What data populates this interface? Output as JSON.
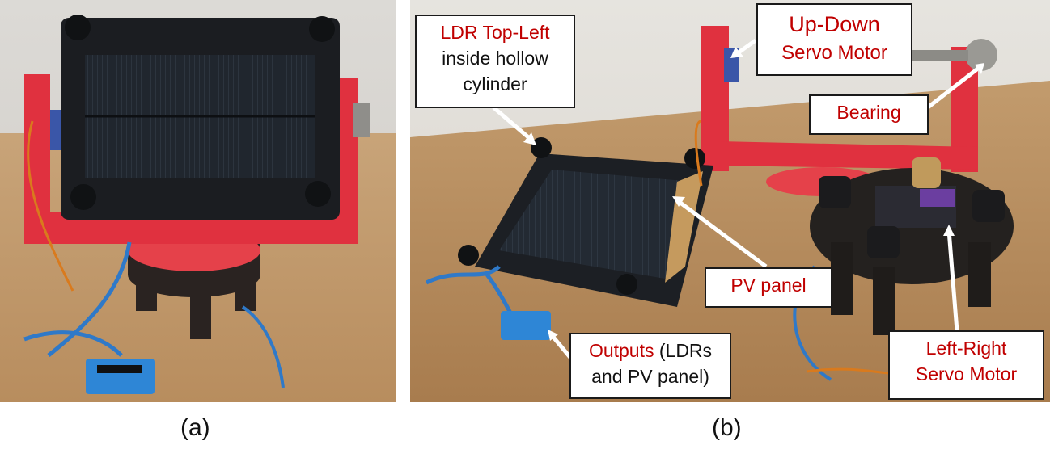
{
  "panels": {
    "a": {
      "caption": "(a)"
    },
    "b": {
      "caption": "(b)"
    }
  },
  "callouts": {
    "ldr": {
      "red": "LDR Top-Left",
      "line2": "inside hollow",
      "line3": "cylinder"
    },
    "updown": {
      "red1": "Up-Down",
      "red2": "Servo Motor"
    },
    "bearing": {
      "red": "Bearing"
    },
    "pv": {
      "red": "PV panel"
    },
    "outputs": {
      "red": "Outputs",
      "rest1": " (LDRs",
      "rest2": "and PV panel)"
    },
    "leftright": {
      "red1": "Left-Right",
      "red2": "Servo Motor"
    }
  },
  "colors": {
    "label_red": "#c00000",
    "frame_red": "#e0313f",
    "panel_black": "#1c1f24",
    "wall": "#e6e4df",
    "table": "#b88a5a"
  }
}
